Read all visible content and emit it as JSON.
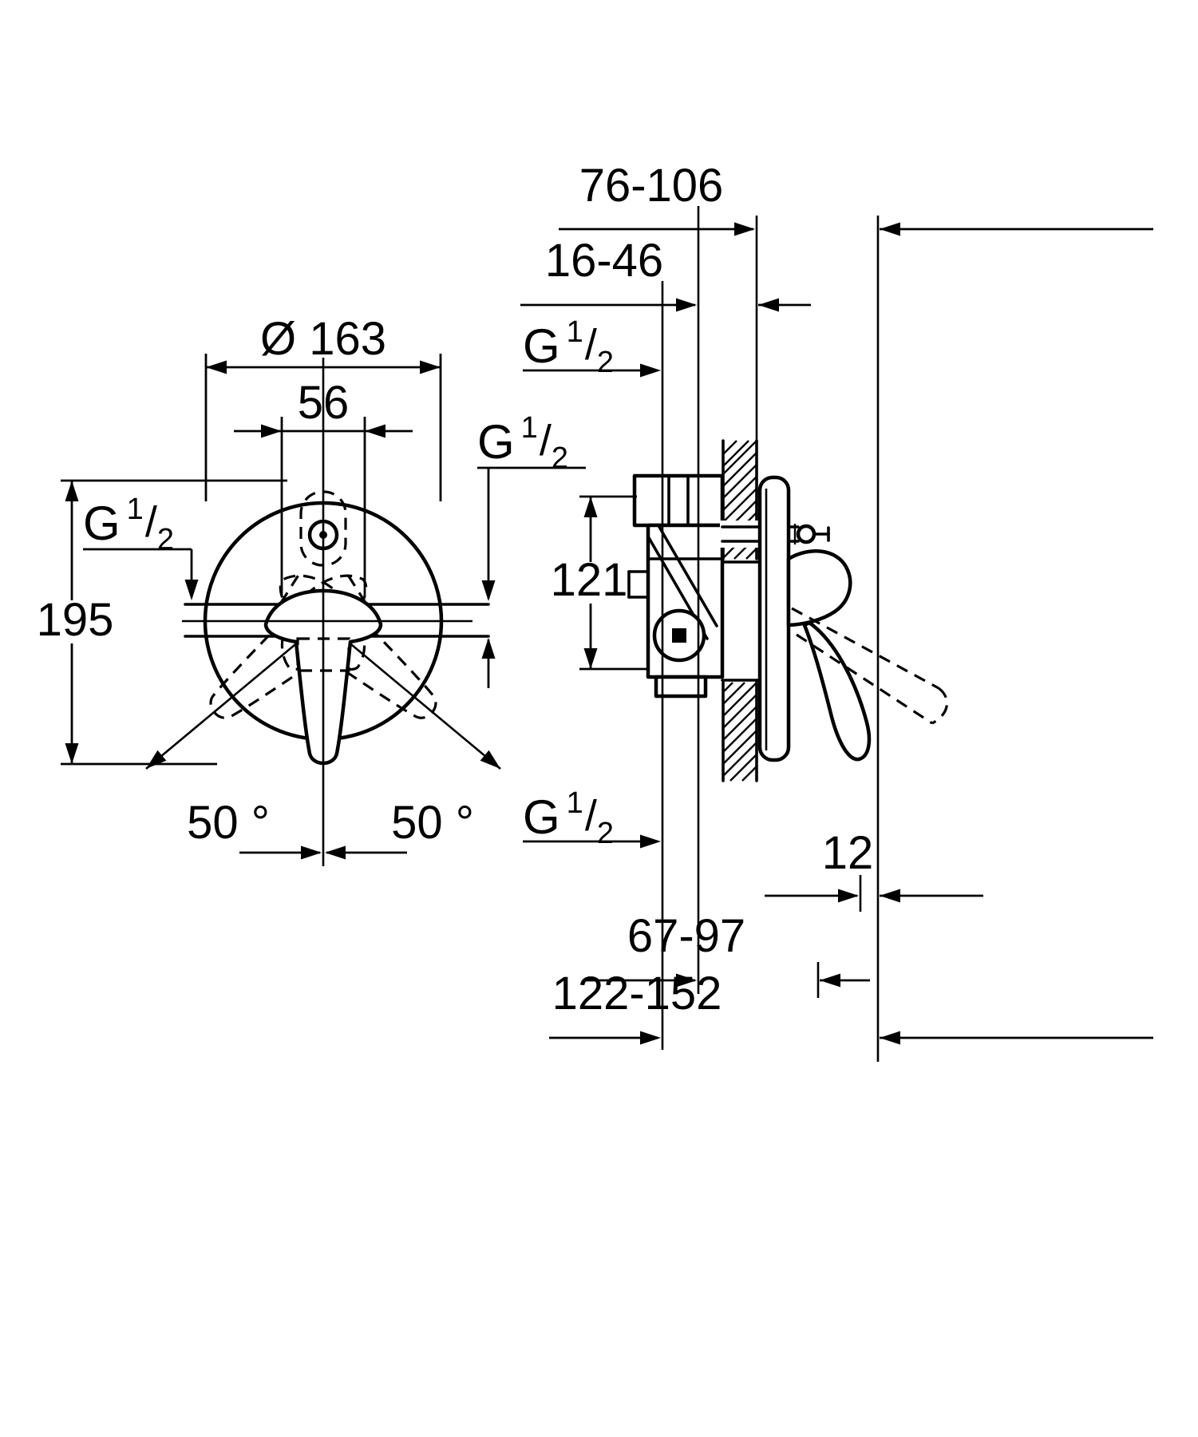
{
  "labels": {
    "g": "G",
    "num": "1",
    "slash": "/",
    "den": "2"
  },
  "front_view": {
    "diameter": "Ø 163",
    "width": "56",
    "height": "195",
    "angle_left": "50 °",
    "angle_right": "50 °"
  },
  "side_view": {
    "depth_range": "76-106",
    "housing_depth_range": "16-46",
    "port_height": "121",
    "plate_overlap": "12",
    "handle_depth_range": "67-97",
    "total_depth_range": "122-152"
  }
}
